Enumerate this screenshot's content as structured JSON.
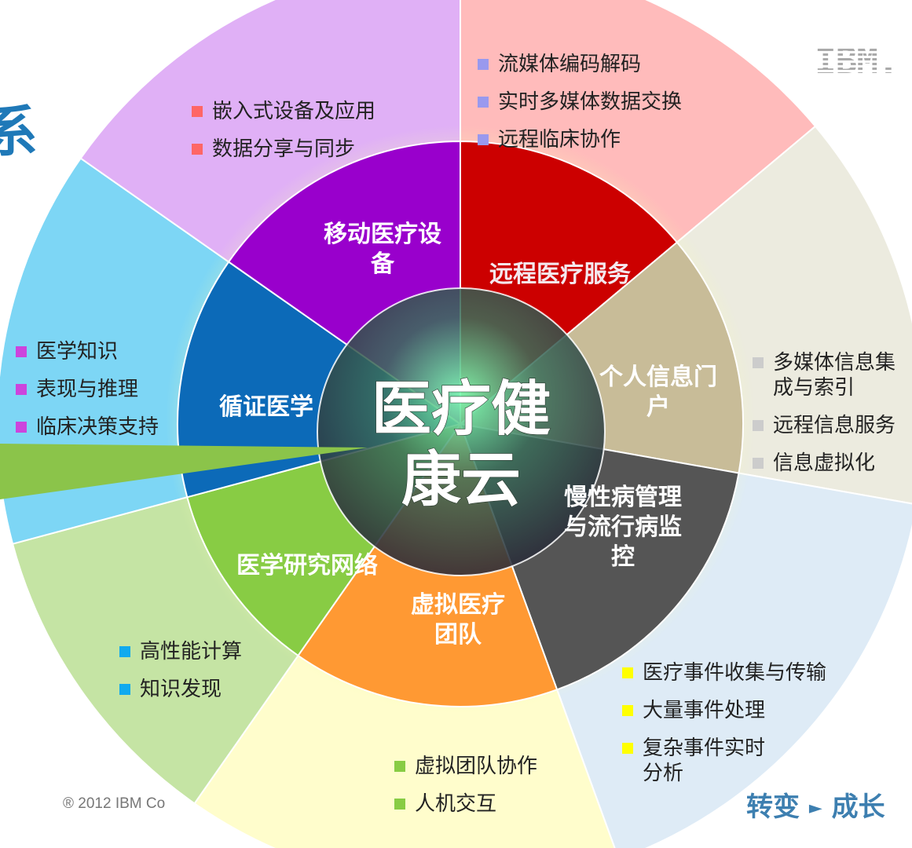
{
  "center_title": [
    "医疗健",
    "康云"
  ],
  "segments": [
    {
      "label": "移动医疗设\n备",
      "color": "#cc0000",
      "text_color": "#ffffff"
    },
    {
      "label": "远程医疗服务",
      "color": "#c8bc98",
      "text_color": "#f4e8ee"
    },
    {
      "label": "个人信息门\n户",
      "color": "#555555",
      "text_color": "#ffffff"
    },
    {
      "label": "慢性病管理\n与流行病监\n控",
      "color": "#ff9933",
      "text_color": "#ffffff"
    },
    {
      "label": "虚拟医疗\n团队",
      "color": "#88cc44",
      "text_color": "#ffffff"
    },
    {
      "label": "医学研究网络",
      "color": "#0c6ab8",
      "text_color": "#ffffff"
    },
    {
      "label": "循证医学",
      "color": "#9900cc",
      "text_color": "#ffffff"
    }
  ],
  "outer_colors": [
    "#ffbbbb",
    "#ecebdf",
    "#deebf6",
    "#fffdcc",
    "#c5e4a4",
    "#7dd6f5",
    "#e0b0f6"
  ],
  "bullet_groups": [
    {
      "group": "mobile",
      "bullet_color": "#ff6666",
      "items": [
        "嵌入式设备及应用",
        "数据分享与同步"
      ]
    },
    {
      "group": "remote",
      "bullet_color": "#9999ee",
      "items": [
        "流媒体编码解码",
        "实时多媒体数据交换",
        "远程临床协作"
      ]
    },
    {
      "group": "portal",
      "bullet_color": "#cccccc",
      "items": [
        "多媒体信息集\n成与索引",
        "远程信息服务",
        "信息虚拟化"
      ]
    },
    {
      "group": "chronic",
      "bullet_color": "#ffff00",
      "items": [
        "医疗事件收集与传输",
        "大量事件处理",
        "复杂事件实时\n分析"
      ]
    },
    {
      "group": "virtual-team",
      "bullet_color": "#88cc44",
      "items": [
        "虚拟团队协作",
        "人机交互"
      ]
    },
    {
      "group": "research",
      "bullet_color": "#11aaee",
      "items": [
        "高性能计算",
        "知识发现"
      ]
    },
    {
      "group": "evidence",
      "bullet_color": "#cc44dd",
      "items": [
        "医学知识",
        "表现与推理",
        "临床决策支持"
      ]
    }
  ],
  "logo": "IBM.",
  "copyright": "® 2012 IBM Co",
  "slogan": {
    "a": "转变",
    "arrow": "►",
    "b": "成长"
  },
  "edge_char": "系"
}
